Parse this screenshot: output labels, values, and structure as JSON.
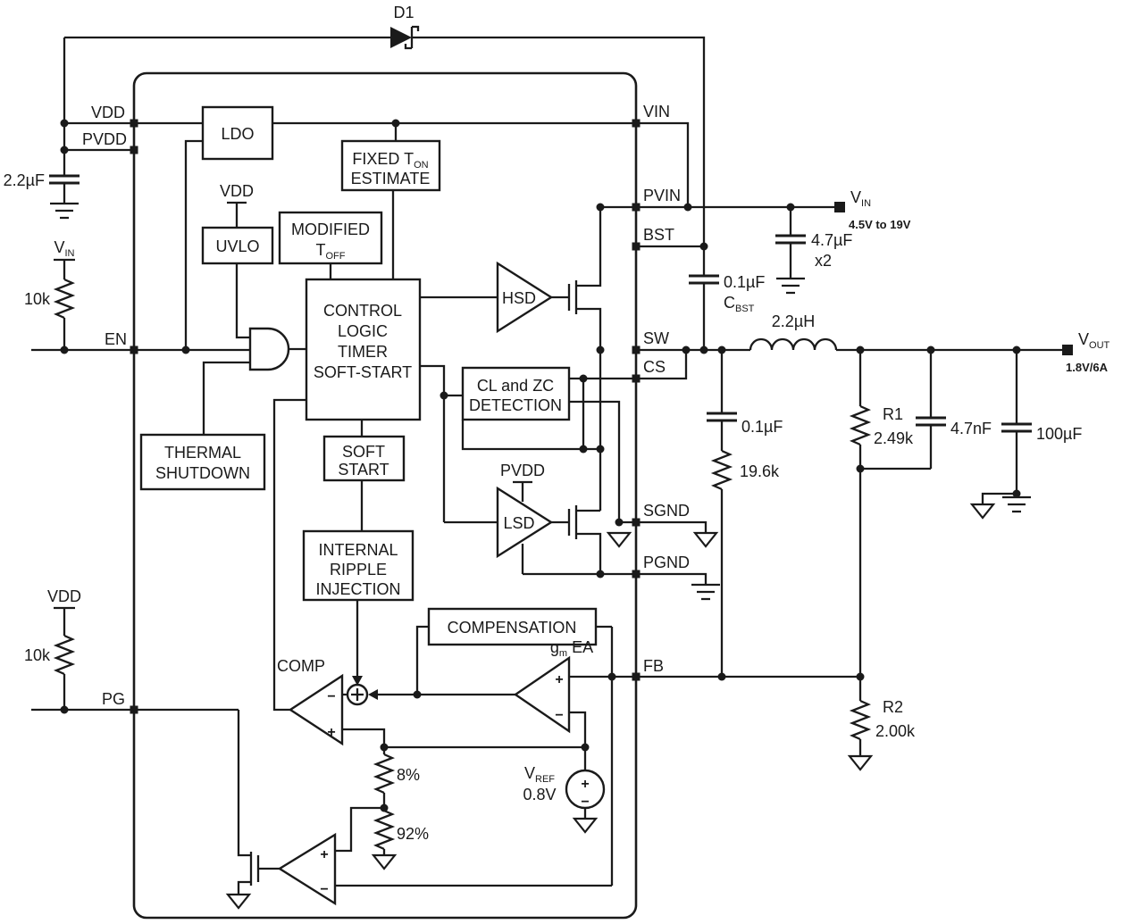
{
  "colors": {
    "ink": "#1a1a1a",
    "bg": "#ffffff"
  },
  "ic": {
    "pins": {
      "vdd": "VDD",
      "pvdd": "PVDD",
      "en": "EN",
      "pg": "PG",
      "vin": "VIN",
      "pvin": "PVIN",
      "bst": "BST",
      "sw": "SW",
      "cs": "CS",
      "sgnd": "SGND",
      "pgnd": "PGND",
      "fb": "FB"
    },
    "rails": {
      "vdd": "VDD",
      "pvdd": "PVDD"
    },
    "blocks": {
      "ldo": "LDO",
      "uvlo": "UVLO",
      "fixed_ton": {
        "l1": "FIXED T",
        "l1sub": "ON",
        "l2": "ESTIMATE"
      },
      "modified_toff": {
        "l1": "MODIFIED",
        "l2": "T",
        "l2sub": "OFF"
      },
      "control": {
        "l1": "CONTROL",
        "l2": "LOGIC",
        "l3": "TIMER",
        "l4": "SOFT-START"
      },
      "thermal": {
        "l1": "THERMAL",
        "l2": "SHUTDOWN"
      },
      "soft_start": {
        "l1": "SOFT",
        "l2": "START"
      },
      "cl_zc": {
        "l1": "CL and ZC",
        "l2": "DETECTION"
      },
      "ripple": {
        "l1": "INTERNAL",
        "l2": "RIPPLE",
        "l3": "INJECTION"
      },
      "compensation": "COMPENSATION",
      "hsd": "HSD",
      "lsd": "LSD",
      "comp": "COMP",
      "gm_ea": {
        "g": "g",
        "m": "m",
        "ea": " EA"
      },
      "vref": {
        "v": "V",
        "sub": "REF",
        "value": "0.8V"
      },
      "divider_top": "8%",
      "divider_bottom": "92%"
    }
  },
  "external": {
    "d1": "D1",
    "vdd_cap": "2.2µF",
    "pullup_res": "10k",
    "vdd_rail": "VDD",
    "vin_sym": {
      "v": "V",
      "sub": "IN"
    },
    "vin_terminal": {
      "range": "4.5V to 19V"
    },
    "input_cap": {
      "value": "4.7µF",
      "mult": "x2"
    },
    "bst_cap": {
      "value": "0.1µF",
      "c": "C",
      "sub": "BST"
    },
    "inductor": "2.2µH",
    "inj_cap": "0.1µF",
    "inj_res": "19.6k",
    "r1": {
      "name": "R1",
      "value": "2.49k"
    },
    "ff_cap": "4.7nF",
    "out_cap": "100µF",
    "vout_terminal": {
      "v": "V",
      "sub": "OUT",
      "rating": "1.8V/6A"
    },
    "r2": {
      "name": "R2",
      "value": "2.00k"
    }
  },
  "signs": {
    "plus": "+",
    "minus": "−"
  }
}
